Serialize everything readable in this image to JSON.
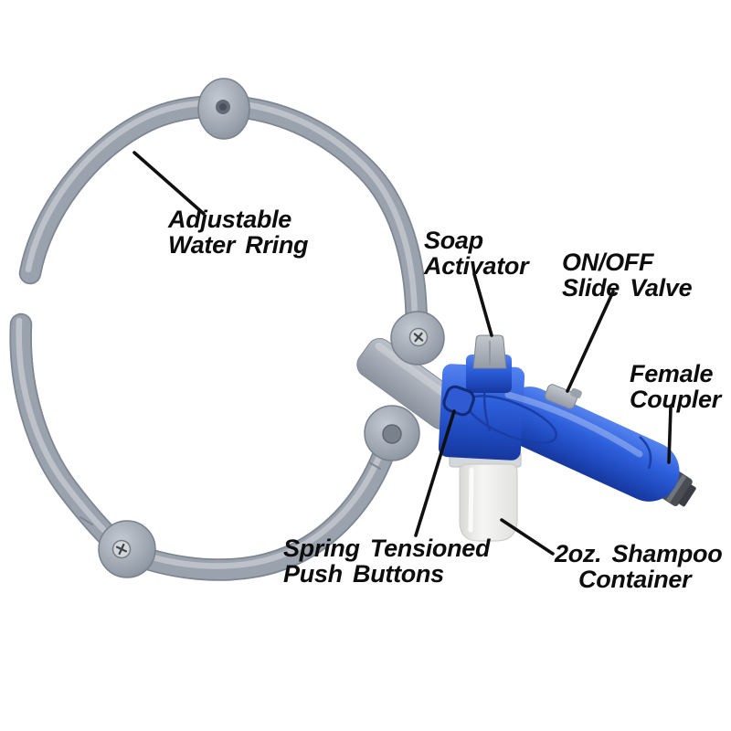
{
  "labels": {
    "water_ring": {
      "line1": "Adjustable",
      "line2": "Water Rring"
    },
    "soap_activator": {
      "line1": "Soap",
      "line2": "Activator"
    },
    "slide_valve": {
      "line1": "ON/OFF",
      "line2": "Slide Valve"
    },
    "female_coupler": {
      "line1": "Female",
      "line2": "Coupler"
    },
    "push_buttons": {
      "line1": "Spring Tensioned",
      "line2": "Push Buttons"
    },
    "shampoo_container": {
      "line1": "2oz. Shampoo",
      "line2": "Container"
    }
  },
  "colors": {
    "handle_blue": "#2e5fd9",
    "ring_gray": "#9aa2ae",
    "container_white": "#efefed",
    "coupler_dark": "#4a4e54",
    "label_text": "#0d0d0d",
    "leader_line": "#101010"
  }
}
